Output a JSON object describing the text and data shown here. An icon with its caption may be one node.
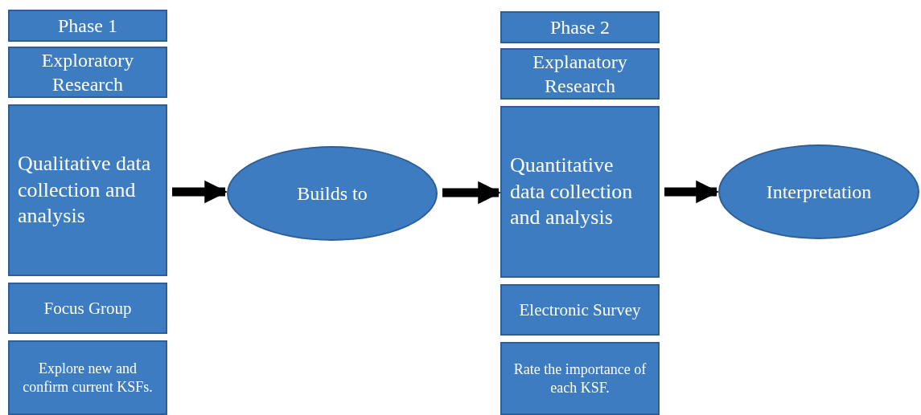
{
  "diagram": {
    "nodes": [
      {
        "text": [
          "Phase 1"
        ]
      },
      {
        "text": [
          "Exploratory Research"
        ]
      },
      {
        "text": [
          "Qualitative data collection and analysis"
        ]
      },
      {
        "text": [
          "Focus Group"
        ]
      },
      {
        "text": [
          "Explore new and confirm current KSFs."
        ]
      },
      {
        "text": [
          "Builds to"
        ]
      },
      {
        "text": [
          "Phase 2"
        ]
      },
      {
        "text": [
          "Explanatory Research"
        ]
      },
      {
        "text": [
          "Quantitative data collection and analysis"
        ]
      },
      {
        "text": [
          "Electronic Survey"
        ]
      },
      {
        "text": [
          "Rate the importance of each KSF."
        ]
      },
      {
        "text": [
          "Interpretation"
        ]
      }
    ],
    "edges": [
      {
        "from": 2,
        "to": 5,
        "arrow": "to"
      },
      {
        "from": 5,
        "to": 8,
        "arrow": "to"
      },
      {
        "from": 8,
        "to": 11,
        "arrow": "to"
      }
    ]
  }
}
